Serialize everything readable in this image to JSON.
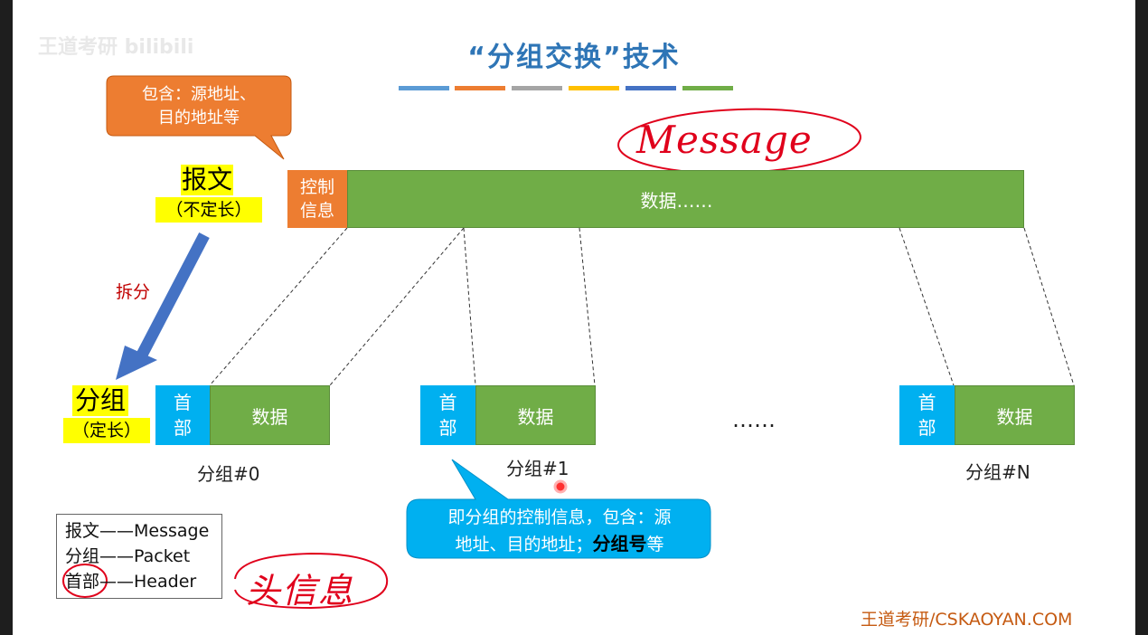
{
  "title": "“分组交换”技术",
  "watermark_top": "王道考研  bilibili",
  "callout_top": {
    "line1": "包含：源地址、",
    "line2": "目的地址等"
  },
  "message_label": {
    "main": "报文",
    "sub": "（不定长）"
  },
  "handwritten_message": "Message",
  "message_bar": {
    "control": "控制信息",
    "control_line1": "控制",
    "control_line2": "信息",
    "data": "数据……"
  },
  "split_label": "拆分",
  "packet_label": {
    "main": "分组",
    "sub": "（定长）"
  },
  "packets": [
    {
      "header_line1": "首",
      "header_line2": "部",
      "data": "数据",
      "caption": "分组#0"
    },
    {
      "header_line1": "首",
      "header_line2": "部",
      "data": "数据",
      "caption": "分组#1"
    },
    {
      "header_line1": "首",
      "header_line2": "部",
      "data": "数据",
      "caption": "分组#N"
    }
  ],
  "ellipsis": "……",
  "callout_bottom": {
    "line1": "即分组的控制信息，包含：源",
    "line2_a": "地址、目的地址；",
    "line2_b": "分组号",
    "line2_c": "等"
  },
  "legend": [
    {
      "term": "报文",
      "sep": "——",
      "en": "Message"
    },
    {
      "term": "分组",
      "sep": "——",
      "en": "Packet"
    },
    {
      "term": "首部",
      "sep": "——",
      "en": "Header"
    }
  ],
  "handwritten_header": "头信息",
  "footer": "王道考研/CSKAOYAN.COM",
  "colors": {
    "title": "#2e75b6",
    "green": "#70ad47",
    "orange": "#ed7d31",
    "header_blue": "#00b0f0",
    "arrow": "#4472c4",
    "red_ink": "#e0001b",
    "stripes": [
      "#5b9bd5",
      "#ed7d31",
      "#a5a5a5",
      "#ffc000",
      "#4472c4",
      "#70ad47"
    ]
  }
}
